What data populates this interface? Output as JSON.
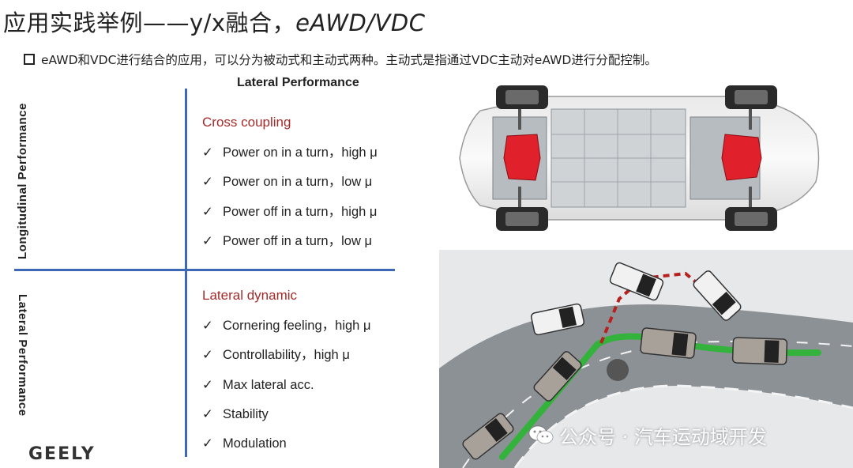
{
  "title": {
    "prefix": "应用实践举例——y/x融合，",
    "suffix": "eAWD/VDC"
  },
  "bullet": "eAWD和VDC进行结合的应用，可以分为被动式和主动式两种。主动式是指通过VDC主动对eAWD进行分配控制。",
  "matrix": {
    "top_label": "Lateral Performance",
    "left_label_top": "Longitudinal  Performance",
    "left_label_bottom": "Lateral Performance",
    "sections": [
      {
        "title": "Cross coupling",
        "items": [
          "Power on in a turn，high μ",
          "Power on in a turn，low μ",
          "Power off in a turn，high μ",
          "Power off in a turn，low μ"
        ]
      },
      {
        "title": "Lateral dynamic",
        "items": [
          "Cornering feeling，high μ",
          "Controllability，high μ",
          "Max lateral acc.",
          "Stability",
          "Modulation"
        ]
      }
    ]
  },
  "logo": "GEELY",
  "watermark": "公众号 · 汽车运动域开发",
  "colors": {
    "accent_blue": "#3d68b5",
    "section_red": "#a52a2a",
    "path_green": "#33b33b",
    "drift_red": "#b81f1f",
    "motor_red": "#e0202a"
  },
  "icons": [
    "checkmark-icon",
    "square-bullet-icon",
    "wechat-icon"
  ]
}
